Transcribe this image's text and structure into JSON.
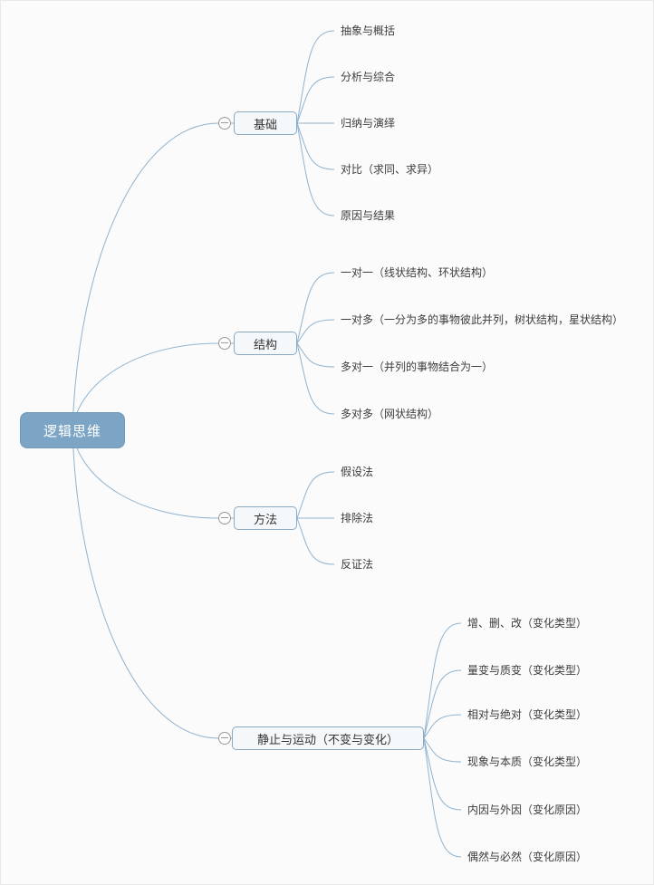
{
  "root": {
    "label": "逻辑思维"
  },
  "branches": [
    {
      "label": "基础",
      "leaves": [
        "抽象与概括",
        "分析与综合",
        "归纳与演绎",
        "对比（求同、求异）",
        "原因与结果"
      ]
    },
    {
      "label": "结构",
      "leaves": [
        "一对一（线状结构、环状结构）",
        "一对多（一分为多的事物彼此并列，树状结构，星状结构）",
        "多对一（并列的事物结合为一）",
        "多对多（网状结构）"
      ]
    },
    {
      "label": "方法",
      "leaves": [
        "假设法",
        "排除法",
        "反证法"
      ]
    },
    {
      "label": "静止与运动（不变与变化）",
      "leaves": [
        "增、删、改（变化类型）",
        "量变与质变（变化类型）",
        "相对与绝对（变化类型）",
        "现象与本质（变化类型）",
        "内因与外因（变化原因）",
        "偶然与必然（变化原因）"
      ]
    }
  ],
  "icons": {
    "collapse": "minus-circle"
  },
  "colors": {
    "background": "#fbfbfb",
    "root_fill": "#7ca5c5",
    "root_text": "#ffffff",
    "branch_fill": "#f4f8fb",
    "branch_border": "#8ba9c0",
    "connector": "#8fb3d1",
    "leaf_text": "#3d3d3d",
    "collapse_stroke": "#999999"
  }
}
